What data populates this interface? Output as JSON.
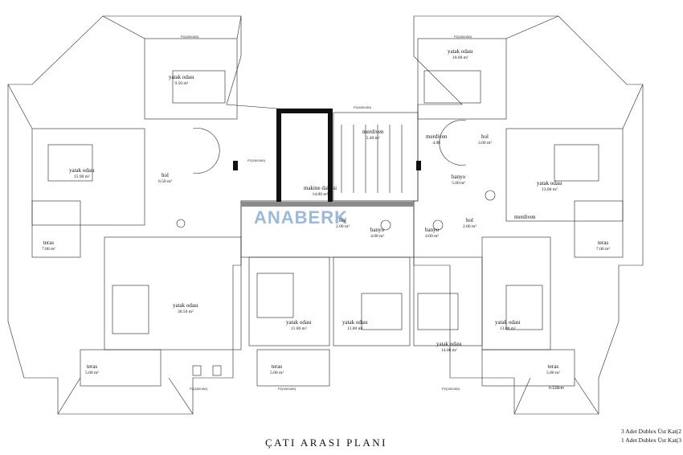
{
  "plan": {
    "title": "ÇATI ARASI PLANI",
    "notes": [
      "3 Adet  Dublex Üst Kat(2",
      "1 Adet  Dublex Üst Kat(3"
    ],
    "watermark": "ANABERK",
    "level": "h:118cm",
    "window_code": "P2(160/180)",
    "rooms": {
      "yatak_odasi_1": {
        "name": "yatak odası",
        "area": "9.50 m²"
      },
      "yatak_odasi_2": {
        "name": "yatak odası",
        "area": "10.00 m²"
      },
      "yatak_odasi_3": {
        "name": "yatak odası",
        "area": "15.90 m²"
      },
      "yatak_odasi_4": {
        "name": "yatak odası",
        "area": "13.00 m²"
      },
      "hol_1": {
        "name": "hol",
        "area": "6.50 m²"
      },
      "hol_2": {
        "name": "hol",
        "area": "3.00 m²"
      },
      "hol_3": {
        "name": "hol",
        "area": "2.00 m²"
      },
      "hol_4": {
        "name": "hol",
        "area": "2.60 m²"
      },
      "makine": {
        "name": "makine dairesi",
        "area": "14.00 m²"
      },
      "merdiven_1": {
        "name": "merdiven",
        "area": "5.40 m²"
      },
      "merdiven_2": {
        "name": "merdiven",
        "area": "4.00"
      },
      "merdiven_3": {
        "name": "merdiven",
        "area": ""
      },
      "banyo_1": {
        "name": "banyo",
        "area": "5.00 m²"
      },
      "banyo_2": {
        "name": "banyo",
        "area": "4.00 m²"
      },
      "banyo_3": {
        "name": "banyo",
        "area": "4.00 m²"
      },
      "teras_1": {
        "name": "teras",
        "area": "7.00 m²"
      },
      "teras_2": {
        "name": "teras",
        "area": "7.00 m²"
      },
      "teras_3": {
        "name": "teras",
        "area": "5.00 m²"
      },
      "teras_4": {
        "name": "teras",
        "area": "5.00 m²"
      },
      "teras_5": {
        "name": "teras",
        "area": "5.00 m²"
      },
      "yatak_odasi_5": {
        "name": "yatak odası",
        "area": "30.50 m²"
      },
      "yatak_odasi_6": {
        "name": "yatak odası",
        "area": "11.00 m²"
      },
      "yatak_odasi_7": {
        "name": "yatak odası",
        "area": "11.00 m²"
      },
      "yatak_odasi_8": {
        "name": "yatak odası",
        "area": "14.00 m²"
      },
      "yatak_odasi_9": {
        "name": "yatak odası",
        "area": "13.00 m²"
      }
    }
  }
}
